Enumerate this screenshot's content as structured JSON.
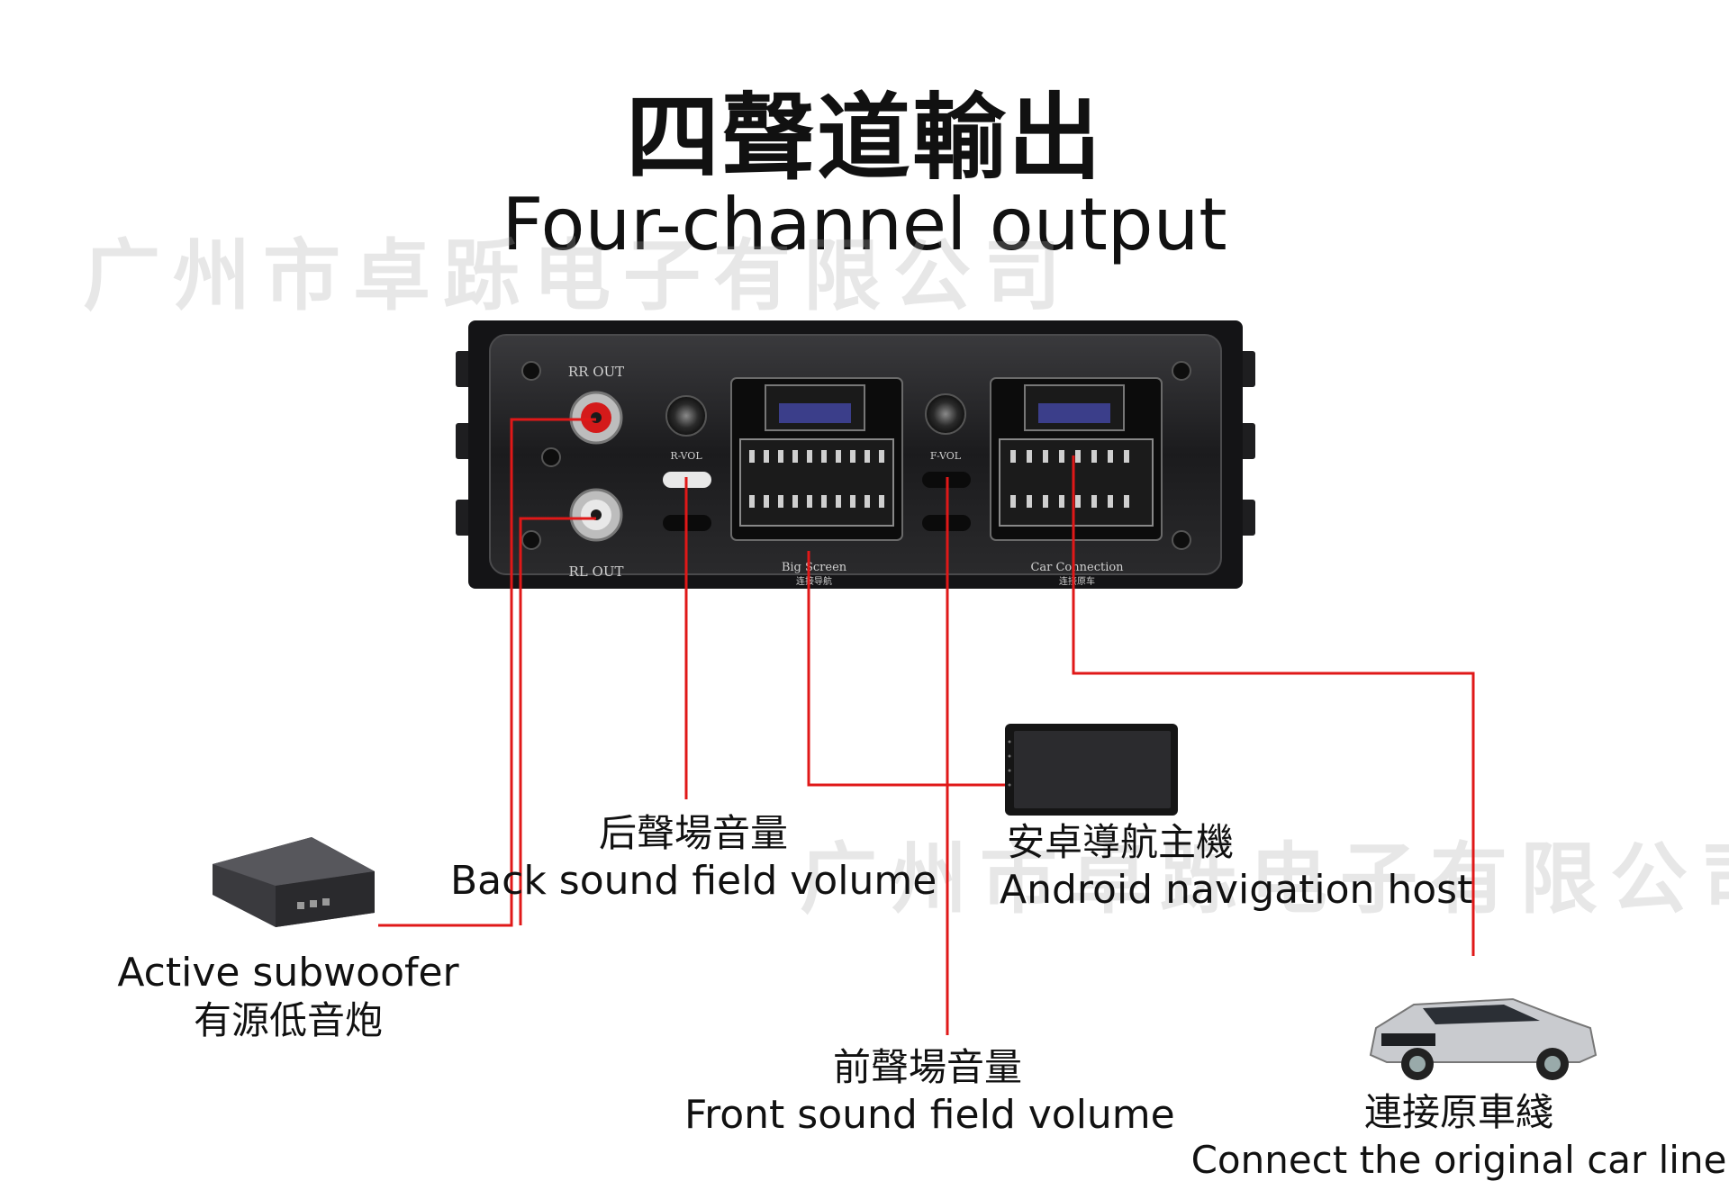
{
  "title": {
    "chinese": "四聲道輸出",
    "english": "Four-channel output"
  },
  "watermark": "广州市卓跞电子有限公司",
  "device_panel": {
    "rr_out": "RR OUT",
    "rl_out": "RL OUT",
    "r_vol": "R-VOL",
    "f_vol": "F-VOL",
    "big_screen": "Big Screen",
    "big_screen_cn": "连接导航",
    "car_connection": "Car Connection",
    "car_connection_cn": "连接原车"
  },
  "labels": {
    "back_sound": {
      "cn": "后聲場音量",
      "en": "Back sound field volume"
    },
    "android_host": {
      "cn": "安卓導航主機",
      "en": "Android navigation host"
    },
    "subwoofer": {
      "en": "Active subwoofer",
      "cn": "有源低音炮"
    },
    "front_sound": {
      "cn": "前聲場音量",
      "en": "Front sound field volume"
    },
    "car_line": {
      "cn": "連接原車綫",
      "en": "Connect the original car line"
    }
  },
  "colors": {
    "wire": "#e01818",
    "device_body": "#1c1c1e",
    "rca_red": "#d41a1a",
    "rca_white": "#e8e8e8"
  }
}
